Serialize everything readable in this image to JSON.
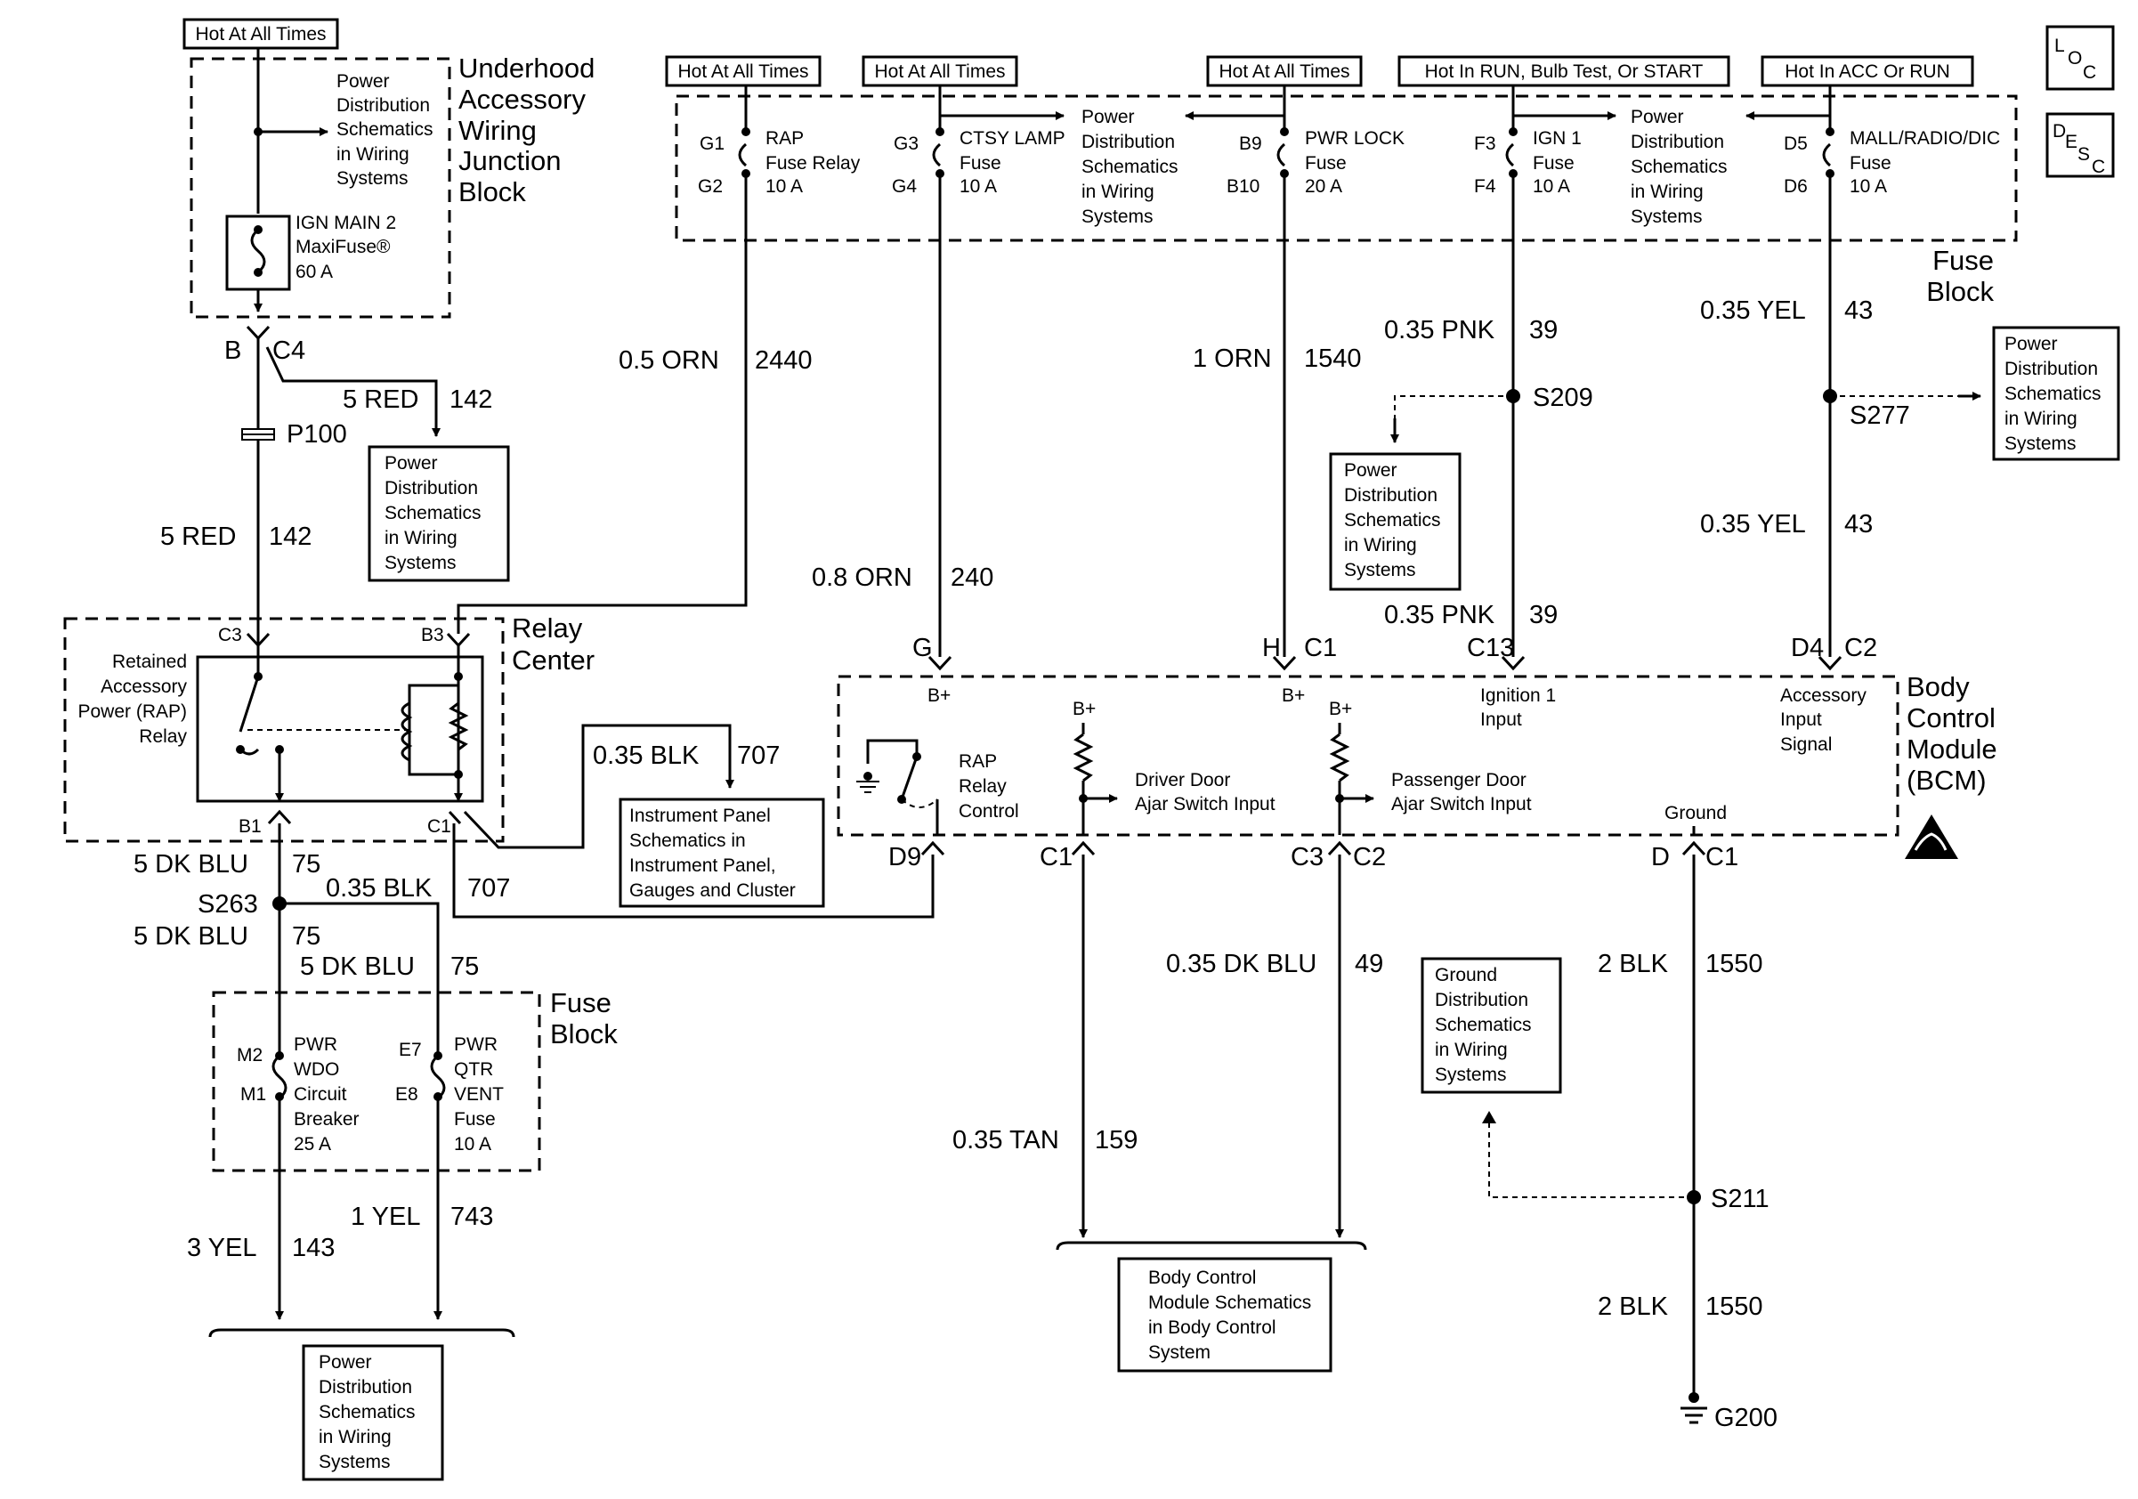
{
  "hot_labels": {
    "h1": "Hot At All Times",
    "h2": "Hot At All Times",
    "h3": "Hot At All Times",
    "h4": "Hot At All Times",
    "h5": "Hot In RUN, Bulb Test, Or START",
    "h6": "Hot In ACC Or RUN"
  },
  "ref_power": [
    "Power",
    "Distribution",
    "Schematics",
    "in Wiring",
    "Systems"
  ],
  "ref_ip": [
    "Instrument Panel",
    "Schematics in",
    "Instrument Panel,",
    "Gauges and Cluster"
  ],
  "ref_ground": [
    "Ground",
    "Distribution",
    "Schematics",
    "in Wiring",
    "Systems"
  ],
  "ref_bcm": [
    "Body Control",
    "Module Schematics",
    "in Body Control",
    "System"
  ],
  "underhood": {
    "title": [
      "Underhood",
      "Accessory",
      "Wiring",
      "Junction",
      "Block"
    ],
    "fuse": [
      "IGN MAIN 2",
      "MaxiFuse®",
      "60 A"
    ]
  },
  "fuse_block_top": {
    "title": [
      "Fuse",
      "Block"
    ],
    "rap": {
      "in": "G1",
      "out": "G2",
      "name": [
        "RAP",
        "Fuse Relay",
        "10 A"
      ]
    },
    "ctsy": {
      "in": "G3",
      "out": "G4",
      "name": [
        "CTSY LAMP",
        "Fuse",
        "10 A"
      ]
    },
    "pwrlock": {
      "in": "B9",
      "out": "B10",
      "name": [
        "PWR LOCK",
        "Fuse",
        "20 A"
      ]
    },
    "ign1": {
      "in": "F3",
      "out": "F4",
      "name": [
        "IGN 1",
        "Fuse",
        "10 A"
      ]
    },
    "mall": {
      "in": "D5",
      "out": "D6",
      "name": [
        "MALL/RADIO/DIC",
        "Fuse",
        "10 A"
      ]
    }
  },
  "relay_center": {
    "title": [
      "Relay",
      "Center"
    ],
    "relay": [
      "Retained",
      "Accessory",
      "Power (RAP)",
      "Relay"
    ],
    "pins": {
      "c3": "C3",
      "b3": "B3",
      "b1": "B1",
      "c1": "C1"
    }
  },
  "bcm": {
    "title": [
      "Body",
      "Control",
      "Module",
      "(BCM)"
    ],
    "rap": [
      "RAP",
      "Relay",
      "Control"
    ],
    "driver": [
      "Driver Door",
      "Ajar Switch Input"
    ],
    "passenger": [
      "Passenger Door",
      "Ajar Switch Input"
    ],
    "ign": [
      "Ignition 1",
      "Input"
    ],
    "acc": [
      "Accessory",
      "Input",
      "Signal"
    ],
    "ground": "Ground",
    "bplus": "B+"
  },
  "fuse_block_bottom": {
    "title": [
      "Fuse",
      "Block"
    ],
    "wdo": {
      "in": "M2",
      "out": "M1",
      "name": [
        "PWR",
        "WDO",
        "Circuit",
        "Breaker",
        "25 A"
      ]
    },
    "qtr": {
      "in": "E7",
      "out": "E8",
      "name": [
        "PWR",
        "QTR",
        "VENT",
        "Fuse",
        "10 A"
      ]
    }
  },
  "connectors": {
    "b": "B",
    "c4": "C4",
    "p100": "P100",
    "g": "G",
    "h": "H",
    "c1": "C1",
    "c13": "C13",
    "d4": "D4",
    "c2": "C2",
    "d9": "D9",
    "c1b": "C1",
    "c3": "C3",
    "c2b": "C2",
    "d": "D",
    "c1c": "C1"
  },
  "splices": {
    "s263": "S263",
    "s209": "S209",
    "s277": "S277",
    "s211": "S211",
    "g200": "G200"
  },
  "wires": {
    "red_a": [
      "5 RED",
      "142"
    ],
    "red_b": [
      "5 RED",
      "142"
    ],
    "orn_2440": [
      "0.5 ORN",
      "2440"
    ],
    "orn_240": [
      "0.8 ORN",
      "240"
    ],
    "orn_1540": [
      "1 ORN",
      "1540"
    ],
    "pnk_a": [
      "0.35 PNK",
      "39"
    ],
    "pnk_b": [
      "0.35 PNK",
      "39"
    ],
    "yel_a": [
      "0.35 YEL",
      "43"
    ],
    "yel_b": [
      "0.35 YEL",
      "43"
    ],
    "blk_707a": [
      "0.35 BLK",
      "707"
    ],
    "blk_707b": [
      "0.35 BLK",
      "707"
    ],
    "blu_a": [
      "5  DK BLU",
      "75"
    ],
    "blu_b": [
      "5  DK BLU",
      "75"
    ],
    "blu_c": [
      "5 DK BLU",
      "75"
    ],
    "yel_143": [
      "3 YEL",
      "143"
    ],
    "yel_743": [
      "1 YEL",
      "743"
    ],
    "dkblu_49": [
      "0.35 DK BLU",
      "49"
    ],
    "tan_159": [
      "0.35 TAN",
      "159"
    ],
    "blk_a": [
      "2 BLK",
      "1550"
    ],
    "blk_b": [
      "2 BLK",
      "1550"
    ]
  },
  "icons": {
    "loc": [
      "L",
      "O",
      "C"
    ],
    "desc": [
      "D",
      "E",
      "S",
      "C"
    ]
  }
}
